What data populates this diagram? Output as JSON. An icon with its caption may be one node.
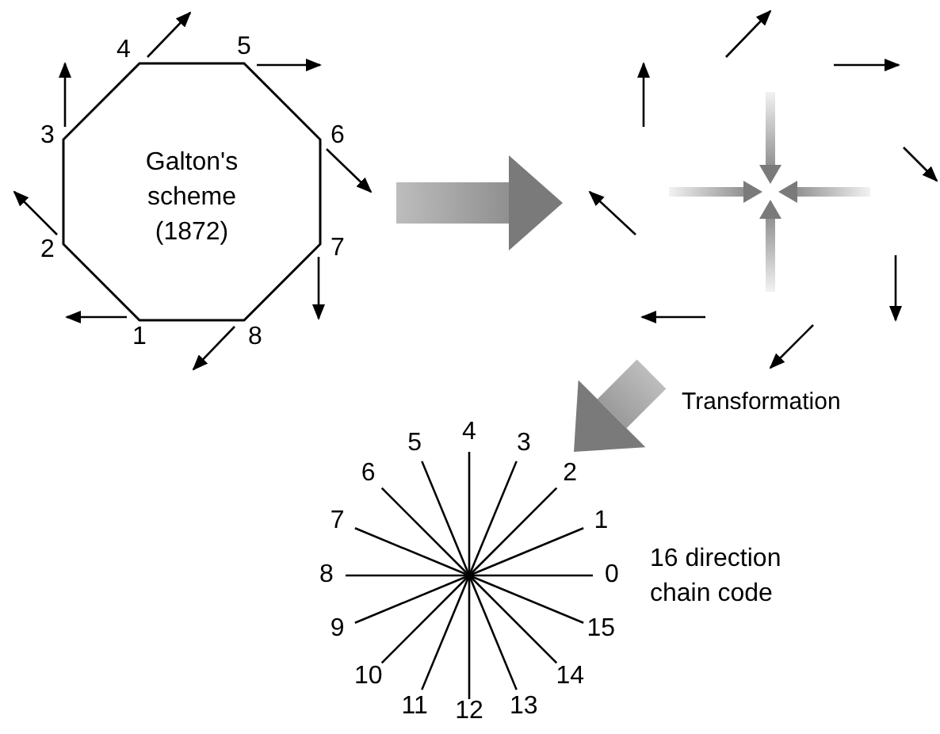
{
  "diagram": {
    "nodes": [
      {
        "text": [
          "Galton's scheme (1872)"
        ]
      },
      {
        "text": [],
        "shape": "picture"
      },
      {
        "text": [],
        "shape": "picture",
        "beside": [
          "16 direction chain code"
        ]
      }
    ],
    "edges": [
      {
        "from": 0,
        "to": 1,
        "arrow": "to",
        "style": "thick",
        "color": "#7a7a7a"
      },
      {
        "from": 1,
        "to": 2,
        "arrow": "to",
        "style": "thick",
        "color": "#7a7a7a",
        "label": "Transformation"
      }
    ],
    "labels": [
      "1",
      "2",
      "3",
      "4",
      "5",
      "6",
      "7",
      "8",
      "0",
      "1",
      "2",
      "3",
      "4",
      "5",
      "6",
      "7",
      "8",
      "9",
      "10",
      "11",
      "12",
      "13",
      "14",
      "15"
    ]
  }
}
